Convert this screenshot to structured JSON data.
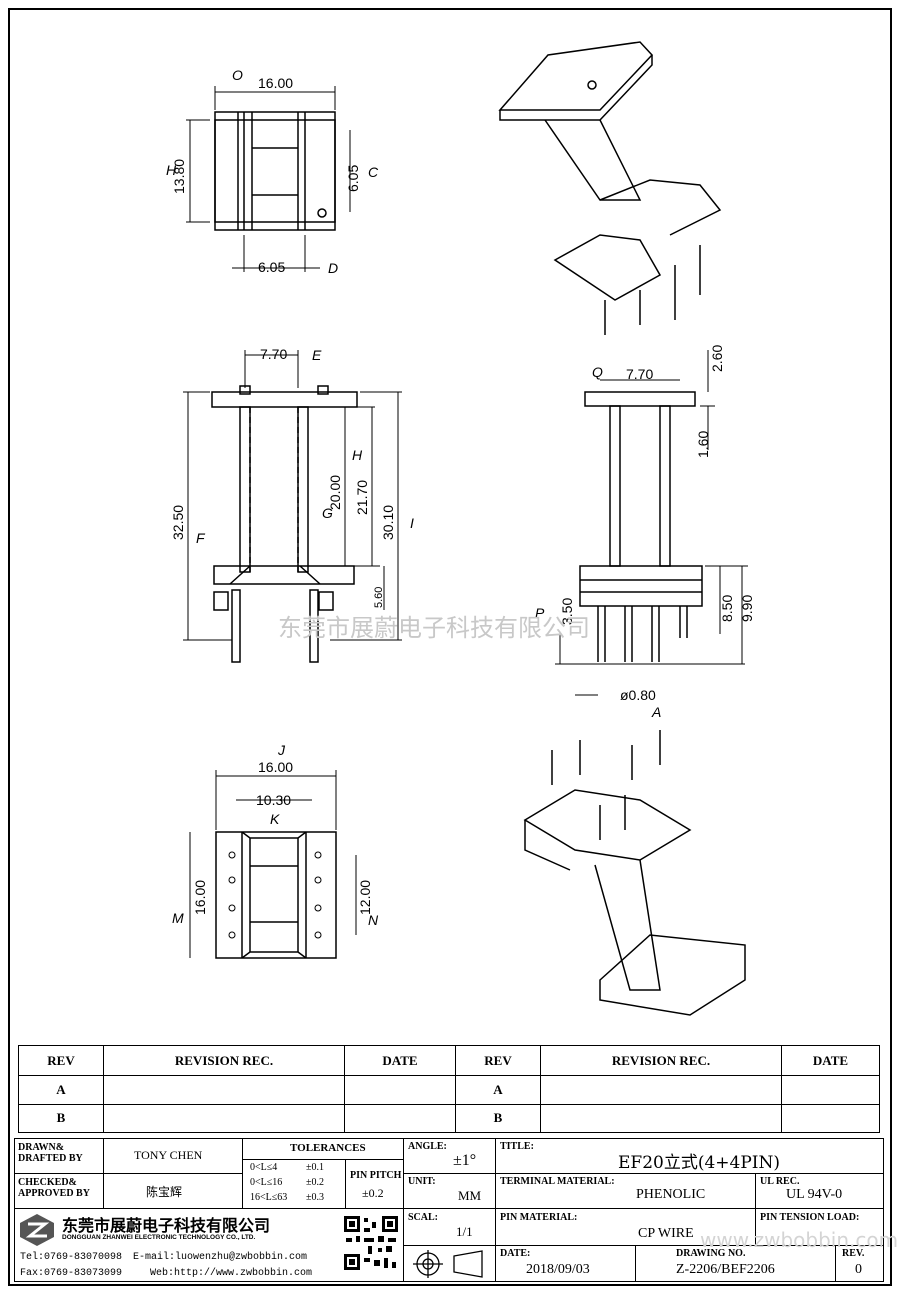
{
  "drawing": {
    "top_view": {
      "label_O": "O",
      "width": "16.00",
      "label_H": "H",
      "height": "13.80",
      "offset_c": "6.05",
      "label_C": "C",
      "offset_d": "6.05",
      "label_D": "D"
    },
    "front_view": {
      "label_E": "E",
      "dim_e": "7.70",
      "dim_f": "32.50",
      "label_F": "F",
      "dim_g": "20.00",
      "label_G": "G",
      "dim_h": "21.70",
      "label_H": "H",
      "dim_i": "30.10",
      "label_I": "I",
      "dim_pin": "5.60"
    },
    "side_view": {
      "label_Q": "Q",
      "dim_q": "7.70",
      "dim_top": "2.60",
      "dim_flange": "1.60",
      "dim_p": "3.50",
      "label_P": "P",
      "dim_850": "8.50",
      "dim_990": "9.90",
      "pin_dia": "ø0.80",
      "label_A": "A"
    },
    "bottom_view": {
      "label_J": "J",
      "dim_j": "16.00",
      "dim_k": "10.30",
      "label_K": "K",
      "dim_m": "16.00",
      "label_M": "M",
      "dim_n": "12.00",
      "label_N": "N"
    },
    "watermark": "东莞市展蔚电子科技有限公司"
  },
  "revision": {
    "headers": [
      "REV",
      "REVISION REC.",
      "DATE",
      "REV",
      "REVISION REC.",
      "DATE"
    ],
    "rows": [
      [
        "A",
        "",
        "",
        "A",
        "",
        ""
      ],
      [
        "B",
        "",
        "",
        "B",
        "",
        ""
      ]
    ]
  },
  "title_block": {
    "drawn_label": "DRAWN&\nDRAFTED BY",
    "drawn_value": "TONY CHEN",
    "checked_label": "CHECKED&\nAPPROVED BY",
    "checked_value": "陈宝辉",
    "tolerances_label": "TOLERANCES",
    "tol_rows": [
      [
        "0<L≤4",
        "±0.1"
      ],
      [
        "0<L≤16",
        "±0.2"
      ],
      [
        "16<L≤63",
        "±0.3"
      ]
    ],
    "pin_pitch_label": "PIN PITCH",
    "pin_pitch_value": "±0.2",
    "angle_label": "ANGLE:",
    "angle_value": "±1°",
    "unit_label": "UNIT:",
    "unit_value": "MM",
    "scale_label": "SCAL:",
    "scale_value": "1/1",
    "title_label": "TITLE:",
    "title_value": "EF20立式(4+4PIN)",
    "terminal_label": "TERMINAL MATERIAL:",
    "terminal_value": "PHENOLIC",
    "ul_label": "UL REC.",
    "ul_value": "UL 94V-0",
    "pin_material_label": "PIN MATERIAL:",
    "pin_material_value": "CP WIRE",
    "pin_tension_label": "PIN TENSION LOAD:",
    "date_label": "DATE:",
    "date_value": "2018/09/03",
    "drawing_no_label": "DRAWING NO.",
    "drawing_no_value": "Z-2206/BEF2206",
    "rev_label": "REV.",
    "rev_value": "0",
    "company_cn": "东莞市展蔚电子科技有限公司",
    "company_en": "DONGGUAN ZHANWEI ELECTRONIC TECHNOLOGY CO., LTD.",
    "tel": "Tel:0769-83070098",
    "email": "E-mail:luowenzhu@zwbobbin.com",
    "fax": "Fax:0769-83073099",
    "web": "Web:http://www.zwbobbin.com",
    "watermark_url": "www.zwbobbin.com"
  }
}
